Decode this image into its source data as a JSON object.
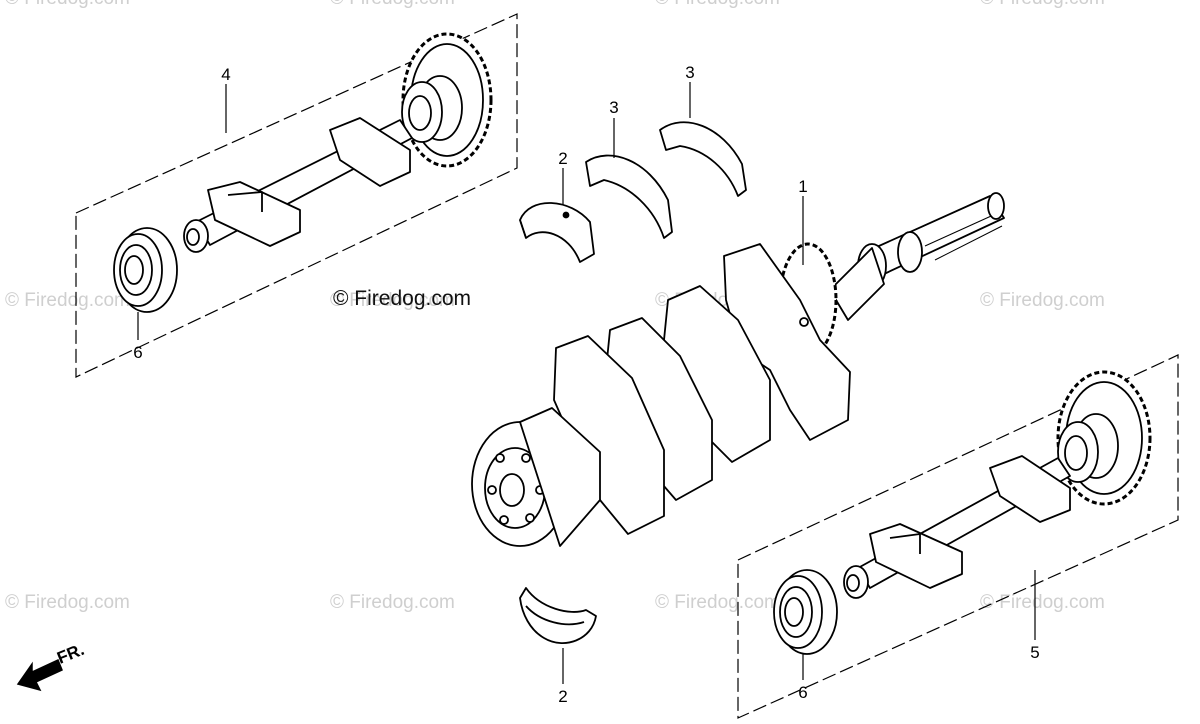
{
  "watermarks": [
    "© Firedog.com",
    "© Firedog.com",
    "© Firedog.com",
    "© Firedog.com",
    "© Firedog.com",
    "© Firedog.com",
    "© Firedog.com",
    "© Firedog.com",
    "© Firedog.com",
    "© Firedog.com",
    "© Firedog.com",
    "© Firedog.com"
  ],
  "copyright": "© Firedog.com",
  "callouts": {
    "c1": "1",
    "c2_top": "2",
    "c2_bottom": "2",
    "c3_left": "3",
    "c3_right": "3",
    "c4": "4",
    "c5": "5",
    "c6_left": "6",
    "c6_right": "6"
  },
  "direction_label": "FR."
}
